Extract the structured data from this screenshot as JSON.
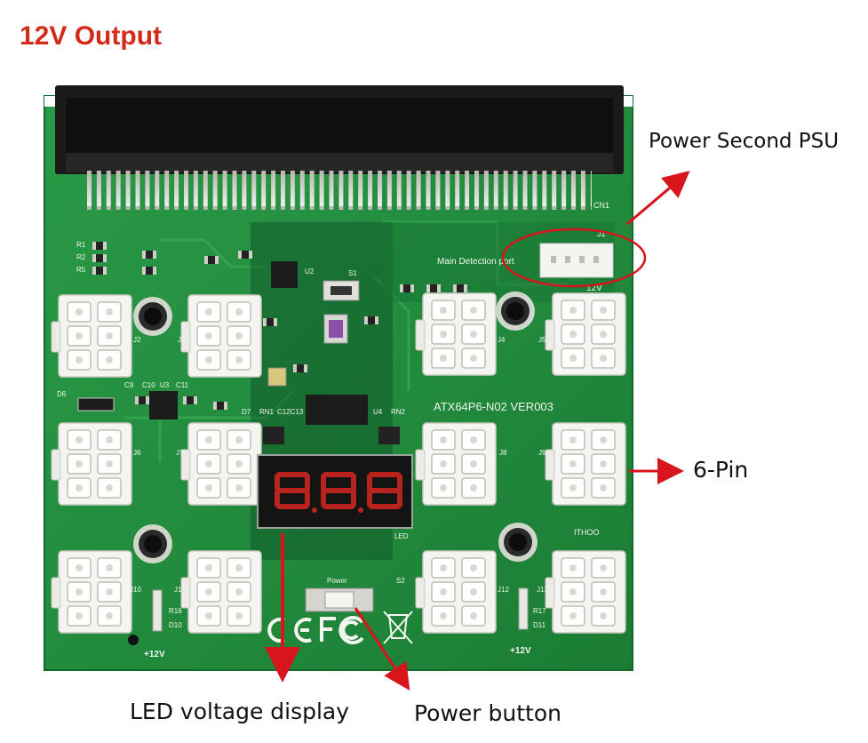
{
  "title": "12V Output",
  "colors": {
    "title": "#d42a1c",
    "pcb": "#1f8a3a",
    "arrow": "#d8141c",
    "connector": "#f3f3f0"
  },
  "callouts": {
    "power_second_psu": "Power Second PSU",
    "six_pin": "6-Pin",
    "led_display": "LED voltage display",
    "power_button": "Power button"
  },
  "board": {
    "model": "ATX64P6-N02 VER003",
    "detection_port": "Main Detection port",
    "cn1": "CN1",
    "j1": "J1",
    "led": "LED",
    "power": "Power",
    "s1": "S1",
    "s2": "S2",
    "u2": "U2",
    "u3": "U3",
    "u4": "U4",
    "rn2": "RN2",
    "d6": "D6",
    "d7": "D7",
    "d10": "D10",
    "d11": "D11",
    "r16": "R16",
    "r17": "R17",
    "rn1": "RN1",
    "c12c13": "C12C13",
    "c9": "C9",
    "c10": "C10",
    "c11": "C11",
    "brand": "ITHOO",
    "v12_left": "+12V",
    "v12_right": "+12V",
    "v12_top": "12V",
    "connectors": [
      "J2",
      "J3",
      "J4",
      "J5",
      "J6",
      "J7",
      "J8",
      "J9",
      "J10",
      "J11",
      "J12",
      "J13"
    ],
    "r_labels": [
      "R1",
      "R2",
      "R5"
    ]
  }
}
